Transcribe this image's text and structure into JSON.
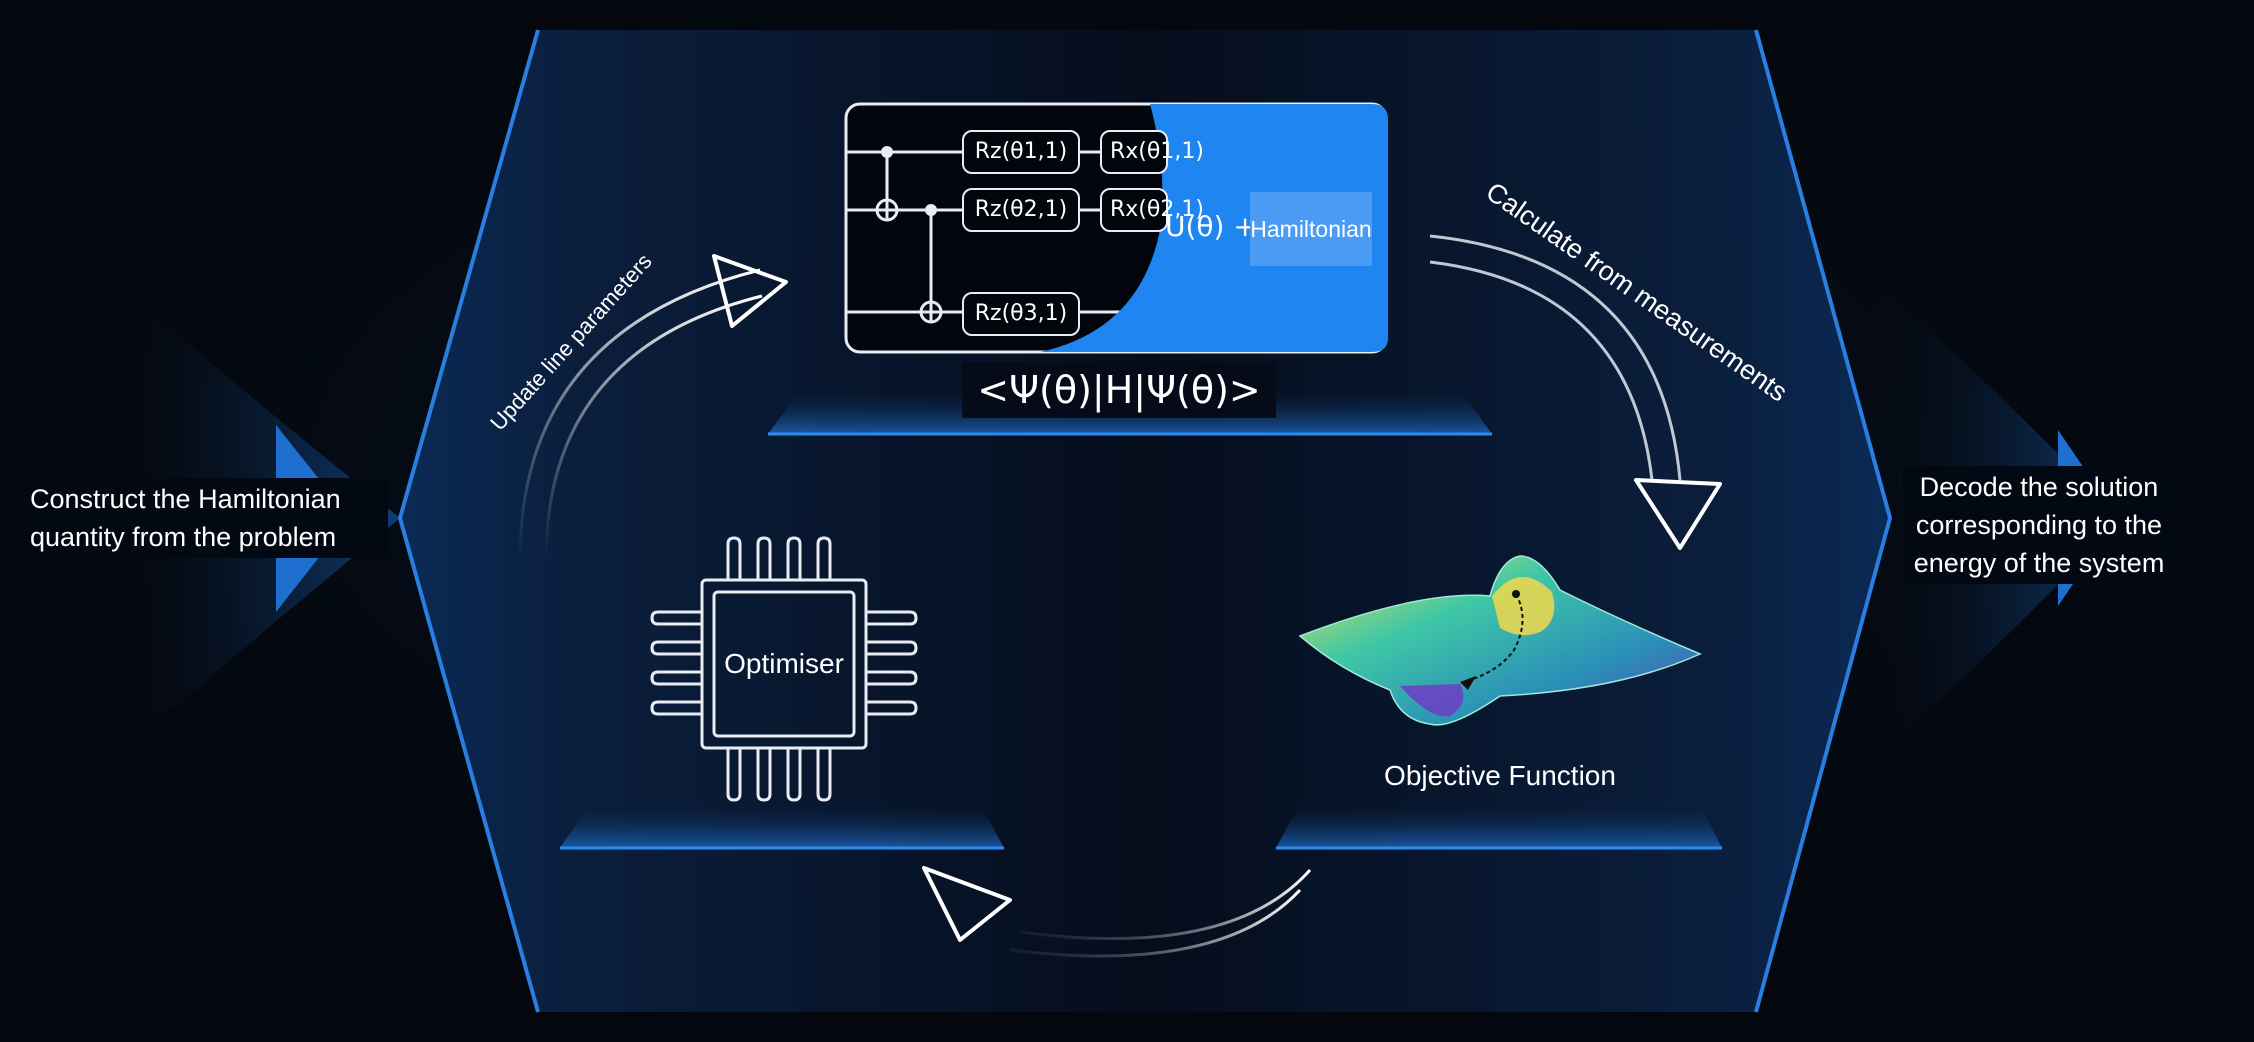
{
  "steps": {
    "construct": "Construct the Hamiltonian quantity from the problem",
    "decode": "Decode the solution corresponding to the energy of the system"
  },
  "arrows": {
    "update": "Update line parameters",
    "calculate": "Calculate from measurements"
  },
  "circuit": {
    "gates": {
      "rz1": "Rz(θ1,1)",
      "rz2": "Rz(θ2,1)",
      "rz3": "Rz(θ3,1)",
      "rx1": "Rx(θ1,1)",
      "rx2": "Rx(θ2,1)"
    },
    "unitary": "U(θ) +",
    "hamiltonian": "Hamiltonian",
    "expectation": "<Ψ(θ)|H|Ψ(θ)>"
  },
  "optimiser": "Optimiser",
  "objective_function": "Objective Function",
  "colors": {
    "background": "#04070d",
    "panel": "#0b2548",
    "edge_blue": "#2a7ee0",
    "circuit_blue": "#1f86f1",
    "line_white": "#e9ecf2"
  }
}
